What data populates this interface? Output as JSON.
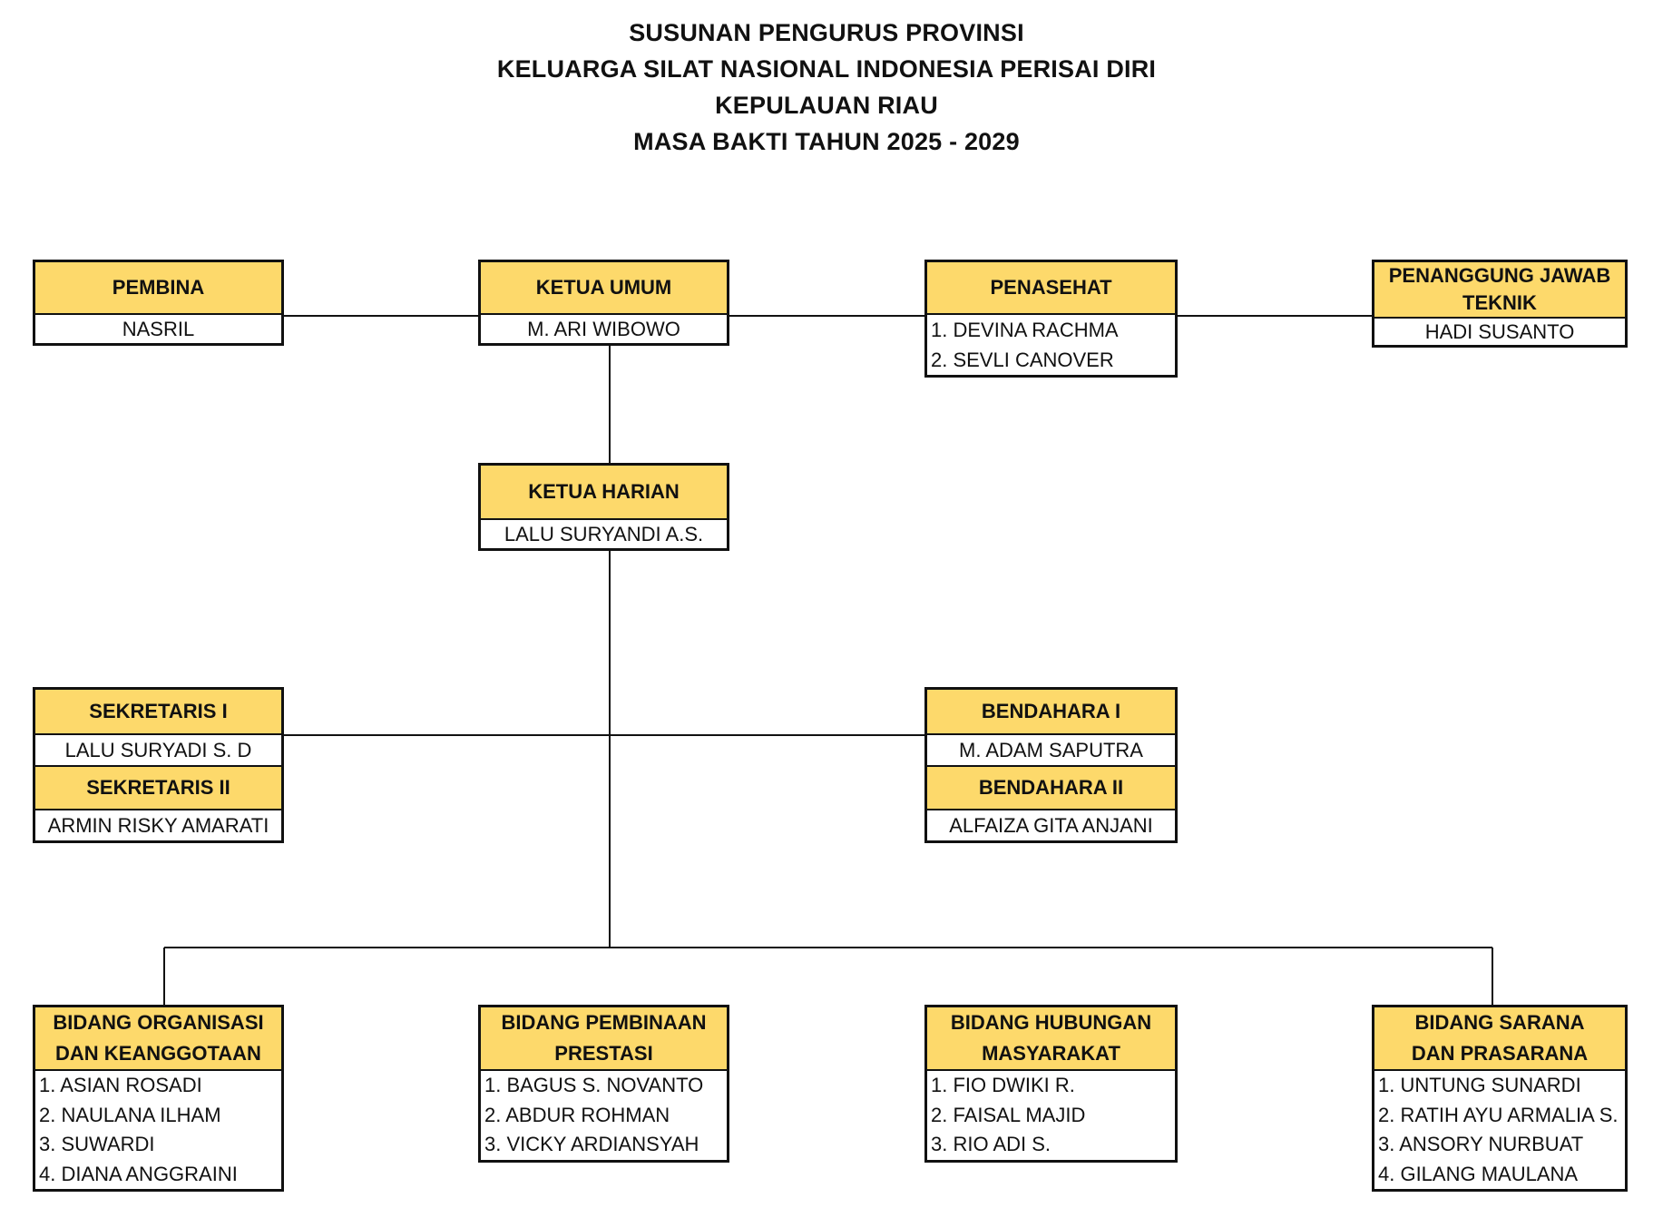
{
  "title": {
    "line1": "SUSUNAN PENGURUS PROVINSI",
    "line2": "KELUARGA SILAT NASIONAL INDONESIA PERISAI DIRI",
    "line3": "KEPULAUAN RIAU",
    "line4": "MASA BAKTI TAHUN 2025 - 2029"
  },
  "colors": {
    "header_fill": "#fdd96b",
    "border": "#111111"
  },
  "pembina": {
    "role": "PEMBINA",
    "name": "NASRIL"
  },
  "ketua_umum": {
    "role": "KETUA UMUM",
    "name": "M. ARI WIBOWO"
  },
  "penasehat": {
    "role": "PENASEHAT",
    "members": [
      "1. DEVINA RACHMA",
      "2. SEVLI CANOVER"
    ]
  },
  "penanggung_jawab": {
    "role_line1": "PENANGGUNG JAWAB",
    "role_line2": "TEKNIK",
    "name": "HADI SUSANTO"
  },
  "ketua_harian": {
    "role": "KETUA HARIAN",
    "name": "LALU SURYANDI A.S."
  },
  "sekretaris": {
    "role1": "SEKRETARIS I",
    "name1": "LALU SURYADI S. D",
    "role2": "SEKRETARIS II",
    "name2": "ARMIN RISKY AMARATI"
  },
  "bendahara": {
    "role1": "BENDAHARA I",
    "name1": "M. ADAM SAPUTRA",
    "role2": "BENDAHARA II",
    "name2": "ALFAIZA GITA ANJANI"
  },
  "bidang": [
    {
      "role_line1": "BIDANG ORGANISASI",
      "role_line2": "DAN KEANGGOTAAN",
      "members": [
        "1. ASIAN ROSADI",
        "2. NAULANA ILHAM",
        "3. SUWARDI",
        "4. DIANA ANGGRAINI"
      ]
    },
    {
      "role_line1": "BIDANG PEMBINAAN",
      "role_line2": "PRESTASI",
      "members": [
        "1. BAGUS S. NOVANTO",
        "2. ABDUR ROHMAN",
        "3. VICKY ARDIANSYAH"
      ]
    },
    {
      "role_line1": "BIDANG HUBUNGAN",
      "role_line2": "MASYARAKAT",
      "members": [
        "1. FIO DWIKI R.",
        "2. FAISAL MAJID",
        "3. RIO ADI S."
      ]
    },
    {
      "role_line1": "BIDANG SARANA",
      "role_line2": "DAN PRASARANA",
      "members": [
        "1. UNTUNG SUNARDI",
        "2. RATIH AYU ARMALIA S.",
        "3. ANSORY NURBUAT",
        "4. GILANG MAULANA"
      ]
    }
  ]
}
